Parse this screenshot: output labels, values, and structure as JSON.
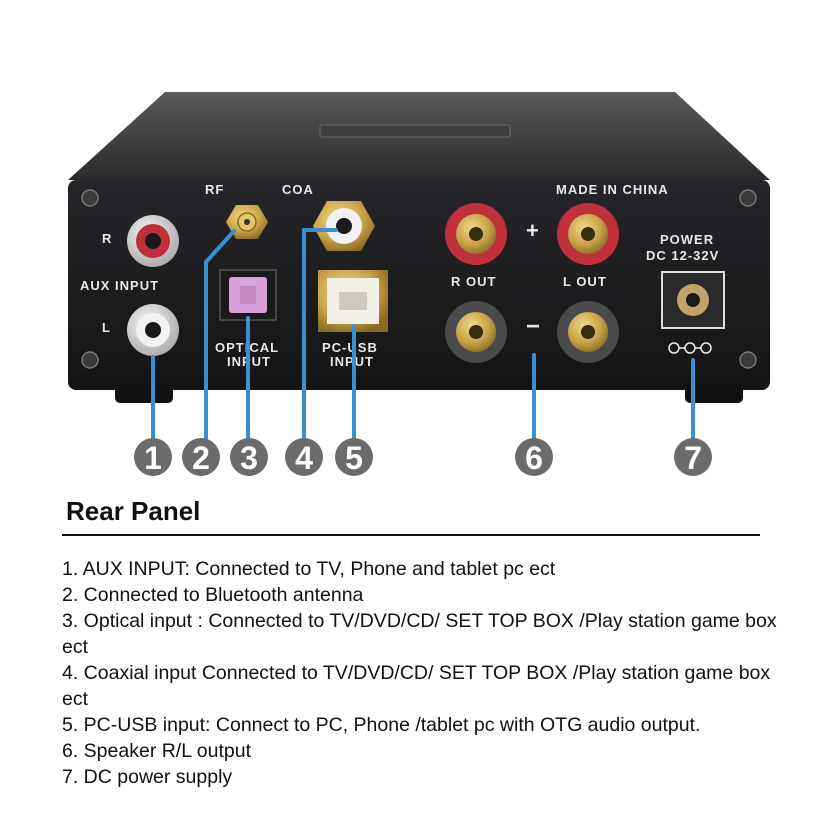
{
  "panel": {
    "label_rf": "RF",
    "label_coa": "COA",
    "label_r": "R",
    "label_aux_input": "AUX INPUT",
    "label_l": "L",
    "label_optical": "OPTICAL",
    "label_optical_input": "INPUT",
    "label_pc_usb": "PC-USB",
    "label_pc_usb_input": "INPUT",
    "label_made_in": "MADE IN CHINA",
    "label_plus": "+",
    "label_minus": "−",
    "label_r_out": "R OUT",
    "label_l_out": "L OUT",
    "label_power": "POWER",
    "label_dc": "DC 12-32V"
  },
  "callouts": [
    "1",
    "2",
    "3",
    "4",
    "5",
    "6",
    "7"
  ],
  "colors": {
    "callout_line": "#3a8fd0",
    "callout_circle": "#6b6b6b",
    "chassis": "#1c1c1e",
    "gold": "#c9a24a",
    "red_terminal": "#c0303a",
    "optical_pink": "#d9a3d9"
  },
  "section": {
    "title": "Rear Panel",
    "items": [
      "1. AUX INPUT: Connected to TV, Phone and tablet pc ect",
      "2. Connected to Bluetooth antenna",
      "3. Optical input : Connected to TV/DVD/CD/ SET TOP BOX /Play station game box ect",
      "4. Coaxial input Connected to TV/DVD/CD/ SET TOP BOX /Play station game box ect",
      "5. PC-USB input: Connect to PC, Phone /tablet pc with OTG audio output.",
      "6. Speaker R/L output",
      "7. DC power supply"
    ]
  }
}
